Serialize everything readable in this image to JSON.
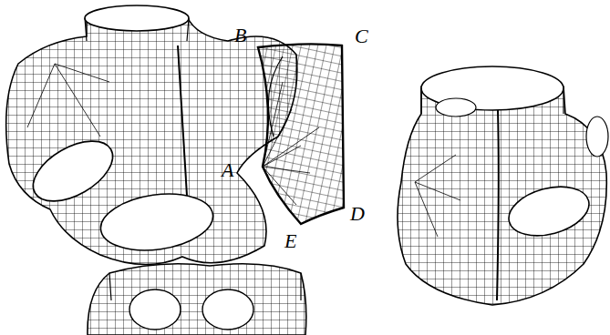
{
  "diagram": {
    "labels": [
      "B",
      "C",
      "A",
      "D",
      "E"
    ]
  }
}
